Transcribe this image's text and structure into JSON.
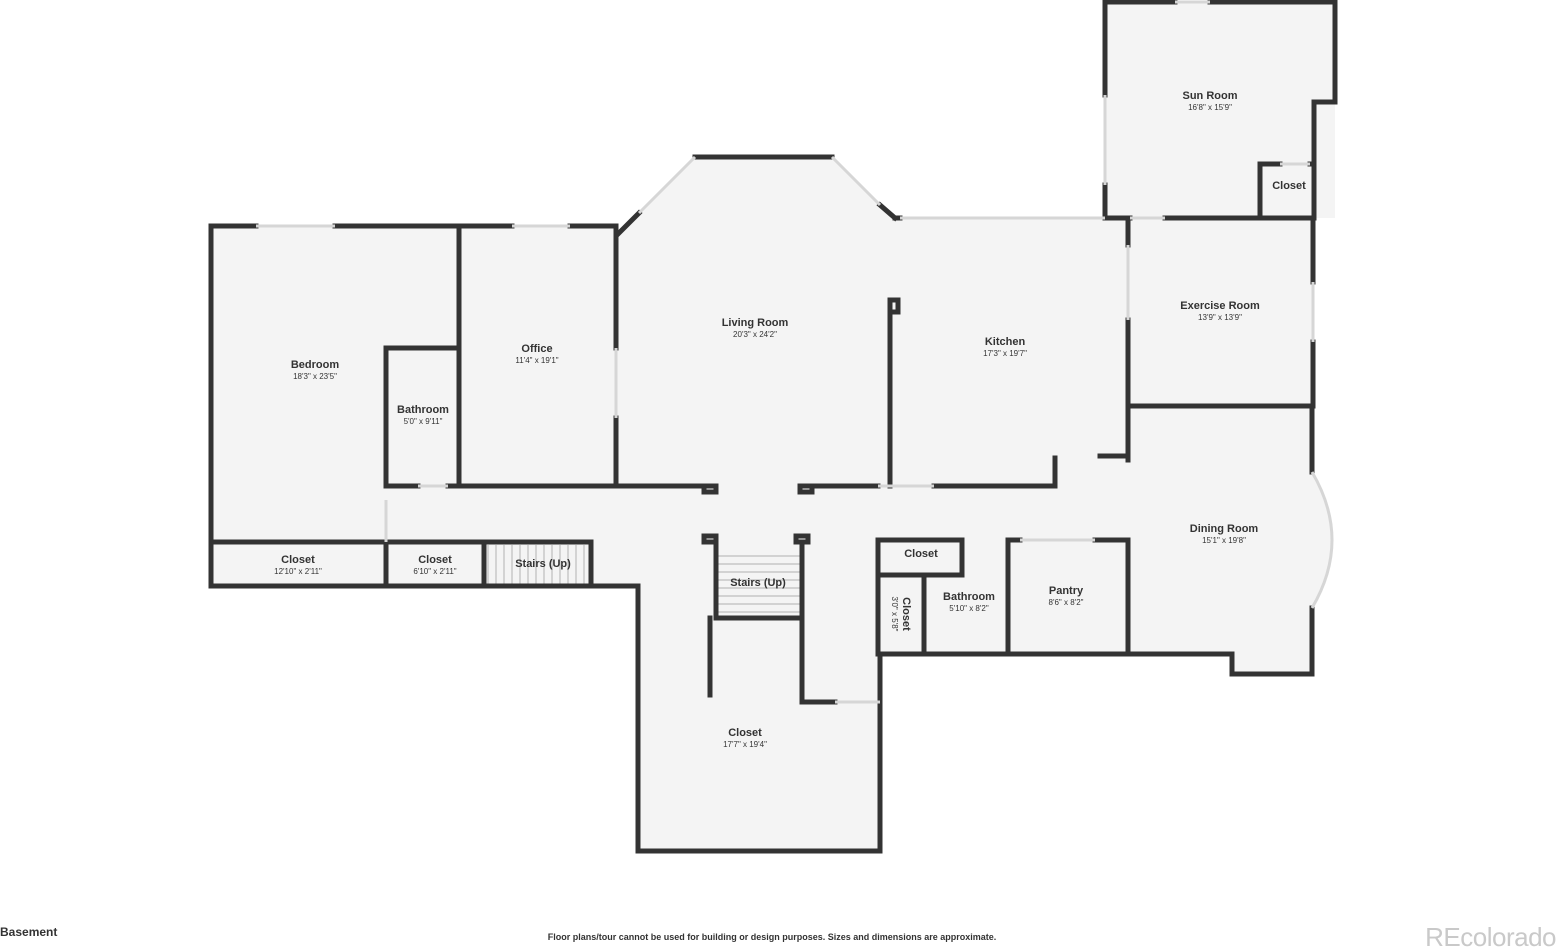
{
  "floor": {
    "name": "Basement"
  },
  "footer": {
    "disclaimer": "Floor plans/tour cannot be used for building or design purposes. Sizes and dimensions are approximate.",
    "brand": "REcolorado"
  },
  "rooms": {
    "bedroom": {
      "name": "Bedroom",
      "dims": "18'3\" x 23'5\""
    },
    "bathroom_west": {
      "name": "Bathroom",
      "dims": "5'0\" x 9'11\""
    },
    "office": {
      "name": "Office",
      "dims": "11'4\" x 19'1\""
    },
    "living_room": {
      "name": "Living Room",
      "dims": "20'3\" x 24'2\""
    },
    "kitchen": {
      "name": "Kitchen",
      "dims": "17'3\" x 19'7\""
    },
    "sun_room": {
      "name": "Sun Room",
      "dims": "16'8\" x 15'9\""
    },
    "closet_sun": {
      "name": "Closet"
    },
    "exercise_room": {
      "name": "Exercise Room",
      "dims": "13'9\" x 13'9\""
    },
    "dining_room": {
      "name": "Dining Room",
      "dims": "15'1\" x 19'8\""
    },
    "closet_west": {
      "name": "Closet",
      "dims": "12'10\" x 2'11\""
    },
    "closet_mid": {
      "name": "Closet",
      "dims": "6'10\" x 2'11\""
    },
    "stairs_west": {
      "name": "Stairs (Up)"
    },
    "stairs_center": {
      "name": "Stairs (Up)"
    },
    "closet_small": {
      "name": "Closet"
    },
    "closet_vertical": {
      "name": "Closet",
      "dims": "3'0\" x 5'8\""
    },
    "bathroom_east": {
      "name": "Bathroom",
      "dims": "5'10\" x 8'2\""
    },
    "pantry": {
      "name": "Pantry",
      "dims": "8'6\" x 8'2\""
    },
    "closet_large": {
      "name": "Closet",
      "dims": "17'7\" x 19'4\""
    }
  },
  "colors": {
    "wall": "#333333",
    "floor": "#f4f4f4",
    "window": "#d6d6d6",
    "brand": "#c9c9c9"
  }
}
